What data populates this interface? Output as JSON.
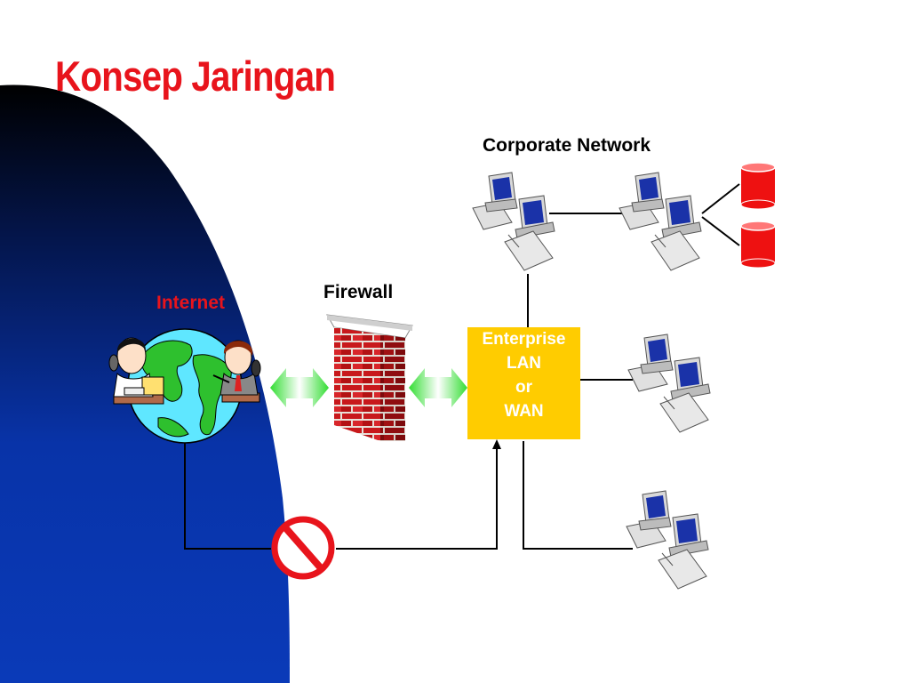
{
  "slide": {
    "title": "Konsep Jaringan"
  },
  "labels": {
    "corporate_network": "Corporate Network",
    "firewall": "Firewall",
    "internet": "Internet"
  },
  "lan_box": {
    "lines": [
      "Enterprise",
      "LAN",
      "or",
      "WAN"
    ]
  },
  "colors": {
    "title": "#e8141c",
    "internet_label": "#e8141c",
    "lan_box_fill": "#ffcc00",
    "database": "#ee1111",
    "blocked_sign": "#e8141c",
    "arrows": "#33dd33",
    "background_shape": "#0a3ab8"
  },
  "icons": [
    "globe-icon",
    "person-phone-icon",
    "firewall-brick-wall-icon",
    "double-arrow-icon",
    "desktop-computer-icon",
    "database-icon",
    "no-entry-icon"
  ]
}
